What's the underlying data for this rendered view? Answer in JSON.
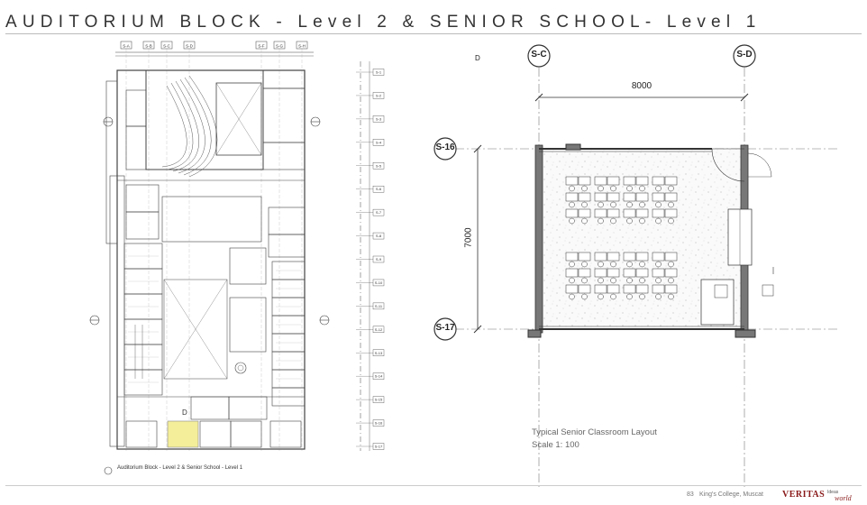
{
  "page": {
    "title": "AUDITORIUM BLOCK - Level 2 & SENIOR SCHOOL- Level 1"
  },
  "plan": {
    "caption": "Auditorium Block - Level 2 & Senior School - Level 1",
    "marker_letter": "D",
    "grid_top": [
      "S-A",
      "S-B",
      "S-C",
      "S-D",
      "S-F",
      "S-G",
      "S-H"
    ],
    "grid_right": [
      "S-1",
      "S-2",
      "S-3",
      "S-4",
      "S-5",
      "S-6",
      "S-7",
      "S-8",
      "S-9",
      "S-10",
      "S-11",
      "S-12",
      "S-13",
      "S-14",
      "S-15",
      "S-16",
      "S-17"
    ]
  },
  "detail": {
    "letter": "D",
    "grid_left_col": "S-C",
    "grid_right_col": "S-D",
    "grid_top_row": "S-16",
    "grid_bottom_row": "S-17",
    "width_dim": "8000",
    "height_dim": "7000",
    "caption_line1": "Typical Senior Classroom Layout",
    "caption_line2": "Scale 1: 100"
  },
  "footer": {
    "page_number": "83",
    "school": "King's College, Muscat",
    "brand": "VERITAS",
    "logo_text_top": "Ideas",
    "logo_text_bottom": "world"
  },
  "colors": {
    "highlight": "#f4ee9a",
    "line": "#333333",
    "brand": "#8a1a1a"
  }
}
